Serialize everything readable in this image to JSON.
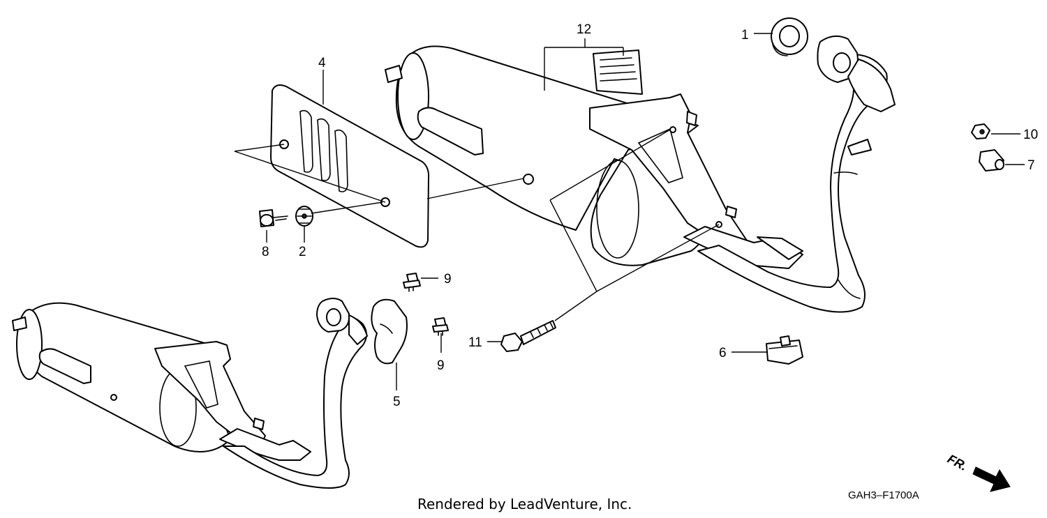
{
  "diagram": {
    "callouts": {
      "c1": "1",
      "c2": "2",
      "c4": "4",
      "c5": "5",
      "c6": "6",
      "c7": "7",
      "c8": "8",
      "c9a": "9",
      "c9b": "9",
      "c10": "10",
      "c11": "11",
      "c12": "12"
    },
    "direction_label": "FR.",
    "figure_code": "GAH3–F1700A",
    "credit": "Rendered by LeadVenture, Inc."
  }
}
